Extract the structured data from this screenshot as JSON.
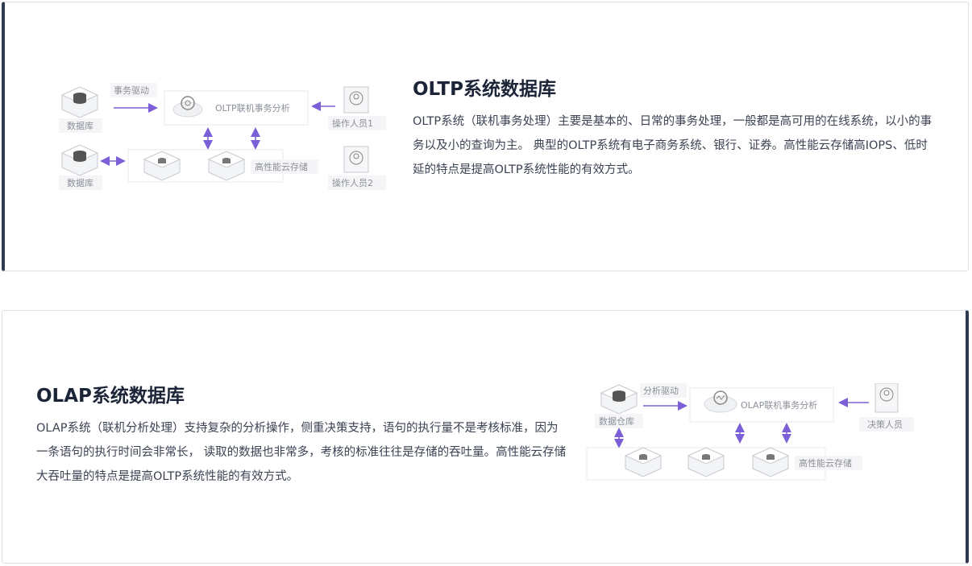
{
  "oltp": {
    "title": "OLTP系统数据库",
    "description": "OLTP系统（联机事务处理）主要是基本的、日常的事务处理，一般都是高可用的在线系统，以小的事务以及小的查询为主。 典型的OLTP系统有电子商务系统、银行、证券。高性能云存储高IOPS、低时延的特点是提高OLTP系统性能的有效方式。",
    "diagram": {
      "db_label_1": "数据库",
      "db_label_2": "数据库",
      "driver_label": "事务驱动",
      "center_label": "OLTP联机事务分析",
      "operator_1": "操作人员1",
      "operator_2": "操作人员2",
      "storage_label": "高性能云存储"
    }
  },
  "olap": {
    "title": "OLAP系统数据库",
    "description": "OLAP系统（联机分析处理）支持复杂的分析操作，侧重决策支持，语句的执行量不是考核标准，因为一条语句的执行时间会非常长， 读取的数据也非常多，考核的标准往往是存储的吞吐量。高性能云存储大吞吐量的特点是提高OLTP系统性能的有效方式。",
    "diagram": {
      "warehouse_label": "数据仓库",
      "driver_label": "分析驱动",
      "center_label": "OLAP联机事务分析",
      "decision_label": "决策人员",
      "storage_label": "高性能云存储"
    }
  },
  "colors": {
    "accent_bar": "#2e3a4f",
    "arrow": "#7b5fd6",
    "title": "#1c2438",
    "text": "#3b4252",
    "border": "#dcdfe6"
  },
  "icons": [
    "database-icon",
    "gear-icon",
    "user-icon",
    "storage-cube-icon",
    "chart-lens-icon",
    "arrow-icon"
  ]
}
